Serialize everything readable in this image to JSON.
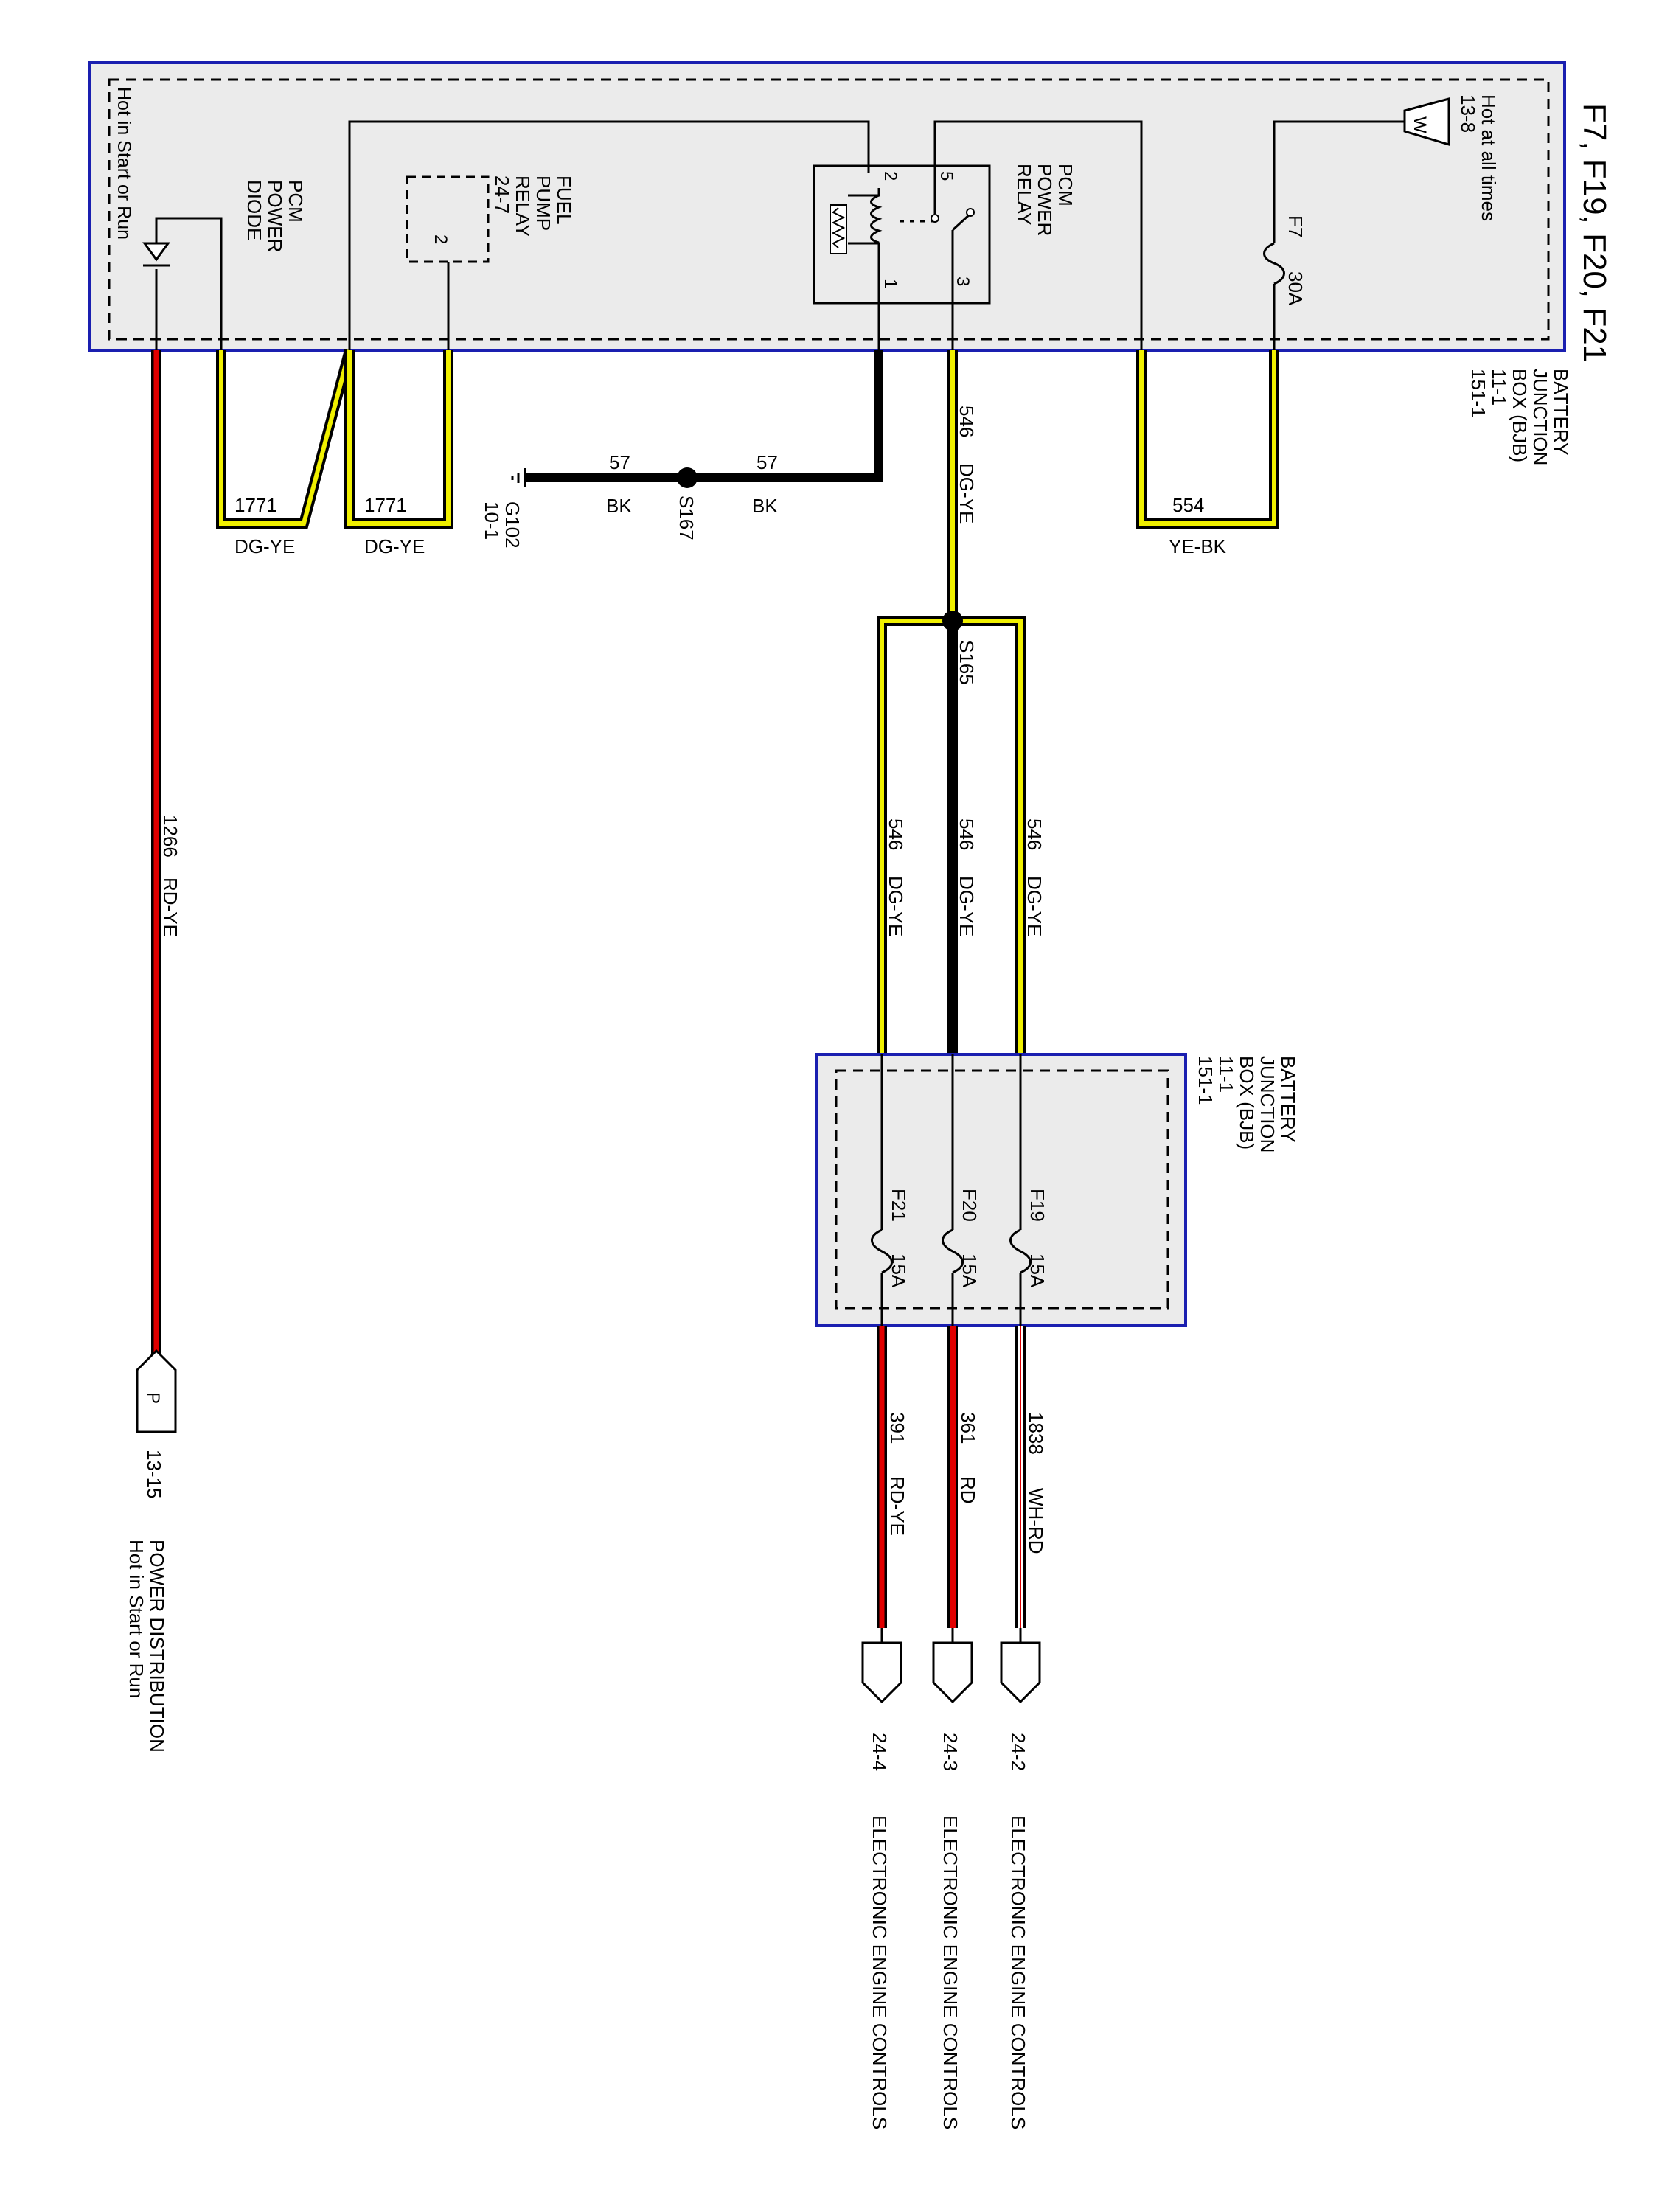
{
  "page_title": "F7, F19, F20, F21",
  "colors": {
    "box_fill": "#ebebeb",
    "box_border": "#1a1fb0",
    "wire_black": "#000000",
    "wire_red": "#e00000",
    "wire_yellow": "#f0f000",
    "wire_white": "#ffffff"
  },
  "top_box": {
    "name_lines": [
      "BATTERY",
      "JUNCTION",
      "BOX (BJB)",
      "11-1",
      "151-1"
    ],
    "hot_at_all_times": "Hot at all times",
    "hot_ref": "13-8",
    "hot_connector_letter": "W",
    "fuse_f7": {
      "name": "F7",
      "rating": "30A"
    },
    "pcm_power_relay": {
      "label_lines": [
        "PCM",
        "POWER",
        "RELAY"
      ],
      "pin_1": "1",
      "pin_2": "2",
      "pin_3": "3",
      "pin_5": "5"
    },
    "fuel_pump_relay": {
      "label_lines": [
        "FUEL",
        "PUMP",
        "RELAY",
        "24-7"
      ],
      "pin": "2"
    },
    "pcm_power_diode": {
      "label_lines": [
        "PCM",
        "POWER",
        "DIODE"
      ]
    },
    "hot_in_start_or_run": "Hot in Start or Run"
  },
  "wires": {
    "w554": {
      "circuit": "554",
      "color": "YE-BK"
    },
    "w546": {
      "circuit": "546",
      "color": "DG-YE"
    },
    "w57_a": {
      "circuit": "57",
      "color": "BK"
    },
    "w57_b": {
      "circuit": "57",
      "color": "BK"
    },
    "w1771_a": {
      "circuit": "1771",
      "color": "DG-YE"
    },
    "w1771_b": {
      "circuit": "1771",
      "color": "DG-YE"
    },
    "w1266": {
      "circuit": "1266",
      "color": "RD-YE"
    },
    "branch_a": {
      "circuit": "546",
      "color": "DG-YE"
    },
    "branch_b": {
      "circuit": "546",
      "color": "DG-YE"
    },
    "branch_c": {
      "circuit": "546",
      "color": "DG-YE"
    },
    "w1838": {
      "circuit": "1838",
      "color": "WH-RD"
    },
    "w361": {
      "circuit": "361",
      "color": "RD"
    },
    "w391": {
      "circuit": "391",
      "color": "RD-YE"
    }
  },
  "splices": {
    "s167": "S167",
    "s165": "S165"
  },
  "ground": {
    "name": "G102",
    "ref": "10-1"
  },
  "lower_box": {
    "name_lines": [
      "BATTERY",
      "JUNCTION",
      "BOX (BJB)",
      "11-1",
      "151-1"
    ],
    "fuses": [
      {
        "name": "F19",
        "rating": "15A"
      },
      {
        "name": "F20",
        "rating": "15A"
      },
      {
        "name": "F21",
        "rating": "15A"
      }
    ]
  },
  "connectors": [
    {
      "ref": "24-2",
      "label": "ELECTRONIC ENGINE CONTROLS"
    },
    {
      "ref": "24-3",
      "label": "ELECTRONIC ENGINE CONTROLS"
    },
    {
      "ref": "24-4",
      "label": "ELECTRONIC ENGINE CONTROLS"
    }
  ],
  "power_dist": {
    "letter": "P",
    "ref": "13-15",
    "label_line1": "POWER DISTRIBUTION",
    "label_line2": "Hot in Start or Run"
  }
}
